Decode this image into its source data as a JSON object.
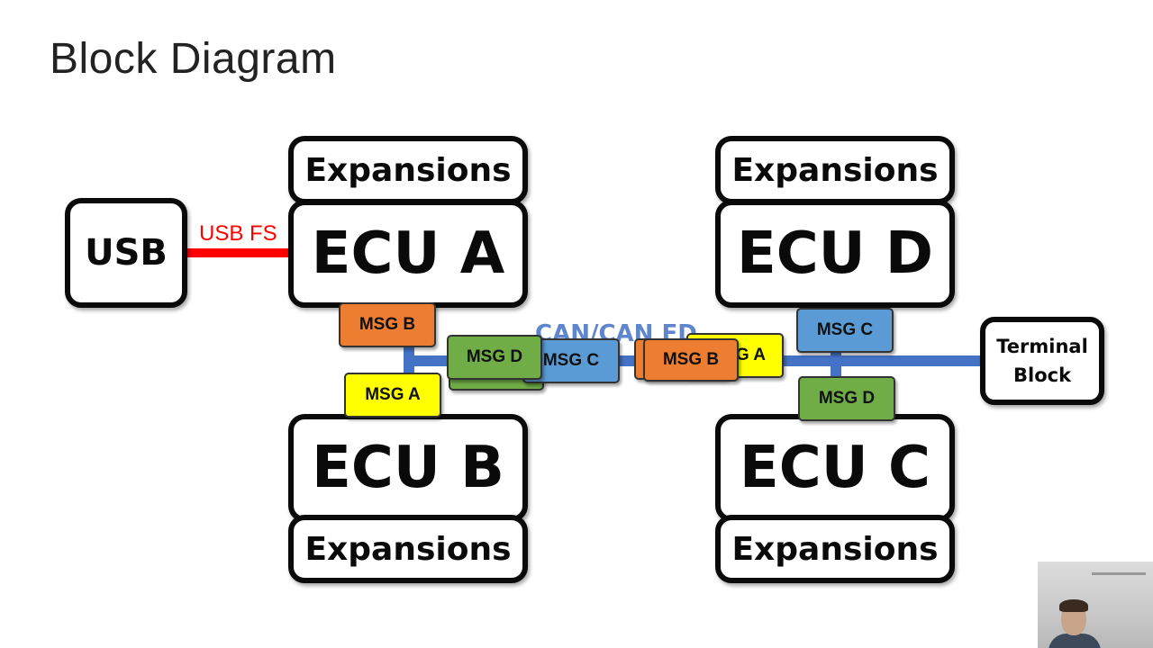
{
  "slide": {
    "title": "Block Diagram"
  },
  "blocks": {
    "usb": "USB",
    "expansions_a": "Expansions",
    "ecu_a": "ECU A",
    "expansions_d": "Expansions",
    "ecu_d": "ECU D",
    "ecu_b": "ECU B",
    "expansions_b": "Expansions",
    "ecu_c": "ECU C",
    "expansions_c": "Expansions",
    "terminal_block": "Terminal Block"
  },
  "links": {
    "usb_fs_label": "USB FS",
    "can_label": "CAN/CAN FD"
  },
  "messages": {
    "msg_b_left": "MSG B",
    "msg_a_left": "MSG A",
    "msg_d_center": "MSG D",
    "msg_c_center": "MSG C",
    "msg_a_right": "MSG A",
    "msg_b_right": "MSG B",
    "msg_c_right": "MSG C",
    "msg_d_right": "MSG D"
  },
  "colors": {
    "usb_link": "#ff0000",
    "can_bus": "#4472c4",
    "msg_a": "#ffff00",
    "msg_b": "#ed7d31",
    "msg_c": "#5b9bd5",
    "msg_d": "#70ad47"
  }
}
